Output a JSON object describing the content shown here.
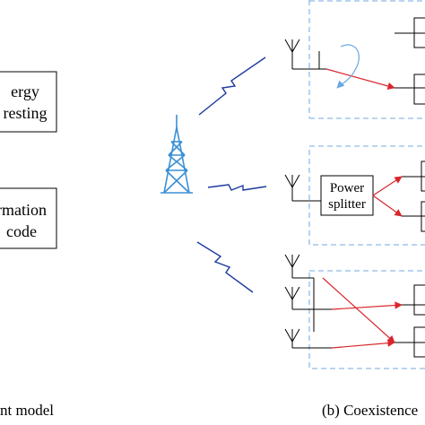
{
  "left_panel": {
    "block_energy": [
      "ergy",
      "resting"
    ],
    "block_information": [
      "rmation",
      "code"
    ],
    "caption": "nt model"
  },
  "right_panel": {
    "power_splitter": [
      "Power",
      "splitter"
    ],
    "caption": "(b) Coexistence"
  },
  "colors": {
    "dashed_box": "#8fbce6",
    "tower": "#3a8fd6",
    "lightning": "#1c3aa0",
    "signal_arrow": "#d9262c",
    "loop_arrow": "#6aa6e0"
  },
  "icons": [
    "tower-icon",
    "lightning-icon",
    "antenna-icon",
    "loop-arrow-icon"
  ]
}
